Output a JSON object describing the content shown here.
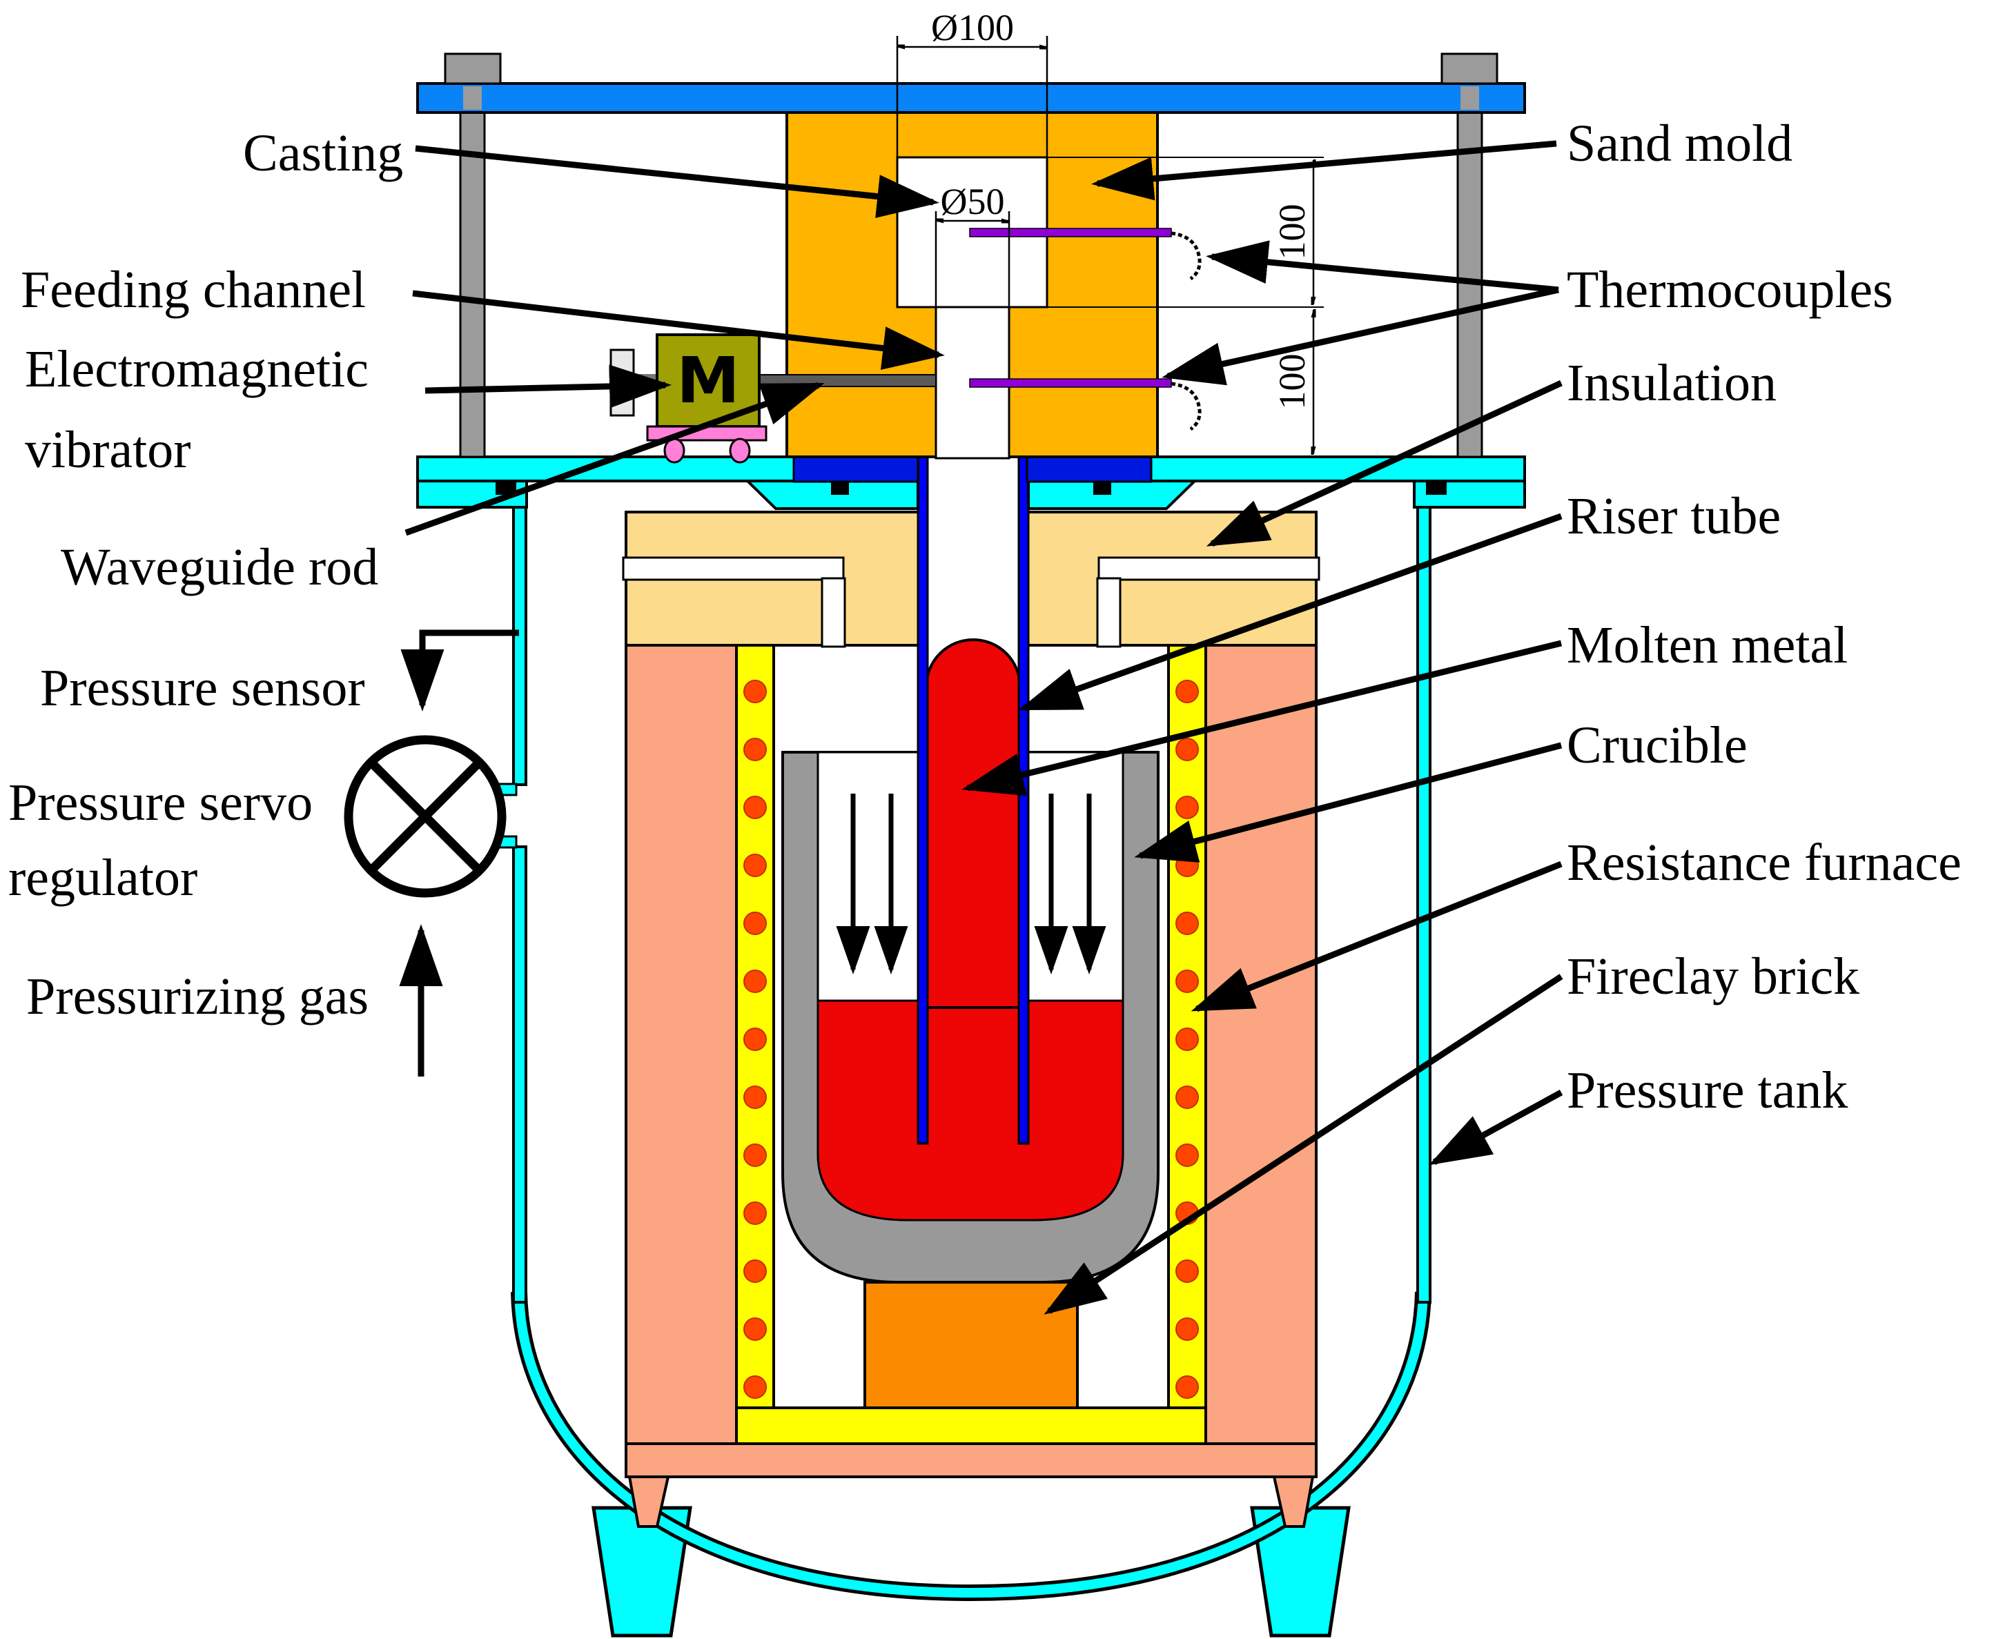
{
  "left_labels": [
    {
      "id": "casting",
      "lines": [
        "Casting"
      ]
    },
    {
      "id": "feeding-channel",
      "lines": [
        "Feeding channel"
      ]
    },
    {
      "id": "electromagnetic-vibrator",
      "lines": [
        "Electromagnetic",
        "vibrator"
      ]
    },
    {
      "id": "waveguide-rod",
      "lines": [
        "Waveguide rod"
      ]
    },
    {
      "id": "pressure-sensor",
      "lines": [
        "Pressure sensor"
      ]
    },
    {
      "id": "pressure-servo-regulator",
      "lines": [
        "Pressure servo",
        "regulator"
      ]
    },
    {
      "id": "pressurizing-gas",
      "lines": [
        "Pressurizing gas"
      ]
    }
  ],
  "right_labels": [
    {
      "id": "sand-mold",
      "text": "Sand mold"
    },
    {
      "id": "thermocouples",
      "text": "Thermocouples"
    },
    {
      "id": "insulation",
      "text": "Insulation"
    },
    {
      "id": "riser-tube",
      "text": "Riser tube"
    },
    {
      "id": "molten-metal",
      "text": "Molten metal"
    },
    {
      "id": "crucible",
      "text": "Crucible"
    },
    {
      "id": "resistance-furnace",
      "text": "Resistance furnace"
    },
    {
      "id": "fireclay-brick",
      "text": "Fireclay brick"
    },
    {
      "id": "pressure-tank",
      "text": "Pressure tank"
    }
  ],
  "dimensions": {
    "mold_cavity_diameter": "Ø100",
    "feeding_channel_diameter": "Ø50",
    "upper_thermocouple_depth": "100",
    "lower_thermocouple_depth": "100"
  },
  "motor_label": "M",
  "colors": {
    "top_plate_blue": "#0883F8",
    "sand_mold_orange": "#FFB400",
    "seal_blue": "#0018DE",
    "riser_tube_blue": "#0000F5",
    "lid_tank_cyan": "#00FFFF",
    "insulation_wheat": "#FCDB8C",
    "furnace_salmon": "#FCA583",
    "heater_yellow": "#FFFF00",
    "heater_dot_red": "#FF4500",
    "molten_metal_red": "#EE0505",
    "crucible_gray": "#999999",
    "fireclay_orange": "#FC8A00",
    "vibrator_olive": "#9EA004",
    "trolley_pink": "#FF7FD9",
    "thermocouple_purple": "#9000D6",
    "rod_gray": "#9B9B9B",
    "waveguide_dark_gray": "#5A5A5A"
  }
}
